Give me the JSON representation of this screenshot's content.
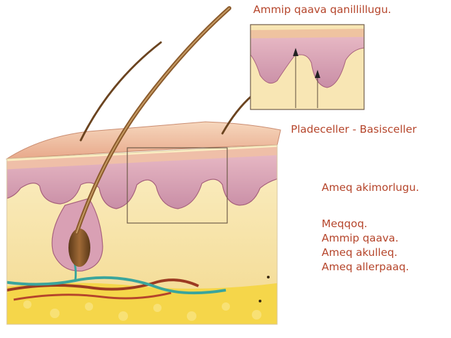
{
  "labels": {
    "epidermis_top": "Ammip qaava qanillillugu.",
    "cells": "Pladeceller - Basisceller",
    "layer": "Ameq akimorlugu.",
    "list": [
      "Meqqoq.",
      "Ammip qaava.",
      "Ameq akulleq.",
      "Ameq allerpaaq."
    ]
  },
  "colors": {
    "label_text": "#b5452b",
    "epidermis": "#d9a5b5",
    "dermis": "#f6e2a8",
    "subcutis": "#f5d64a",
    "surface": "#efc3a0",
    "hair": "#6b4420",
    "vessel_red": "#9c3a22",
    "vessel_teal": "#3aa59c"
  }
}
